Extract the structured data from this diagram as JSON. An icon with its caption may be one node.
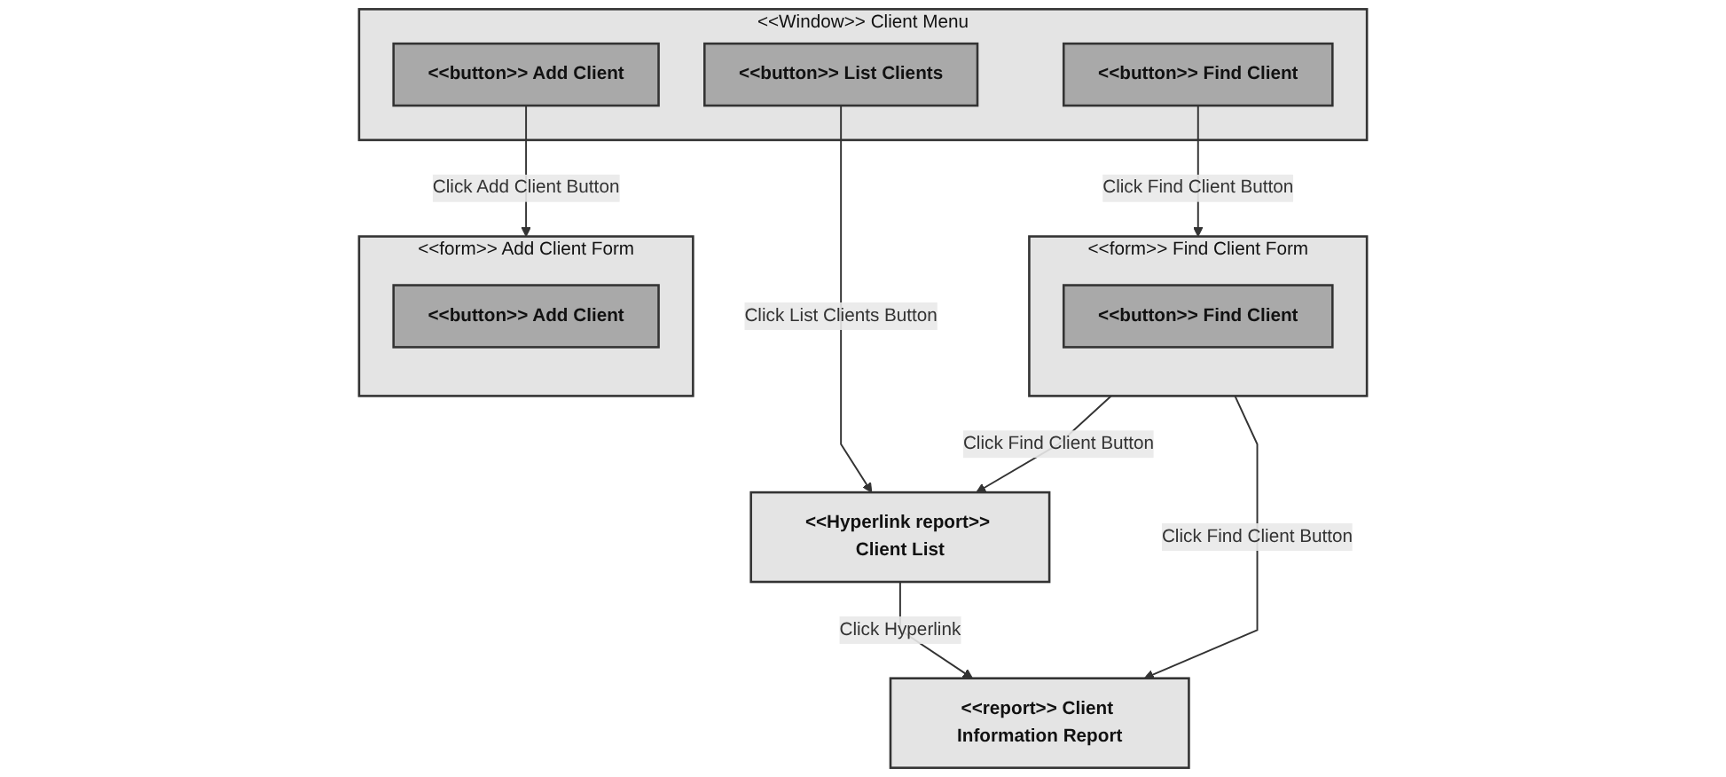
{
  "diagram": {
    "nodes": [
      {
        "text": [
          "<<Window>> Client Menu"
        ]
      },
      {
        "text": [
          "<<button>> Add Client"
        ],
        "in": 0
      },
      {
        "text": [
          "<<button>> Find Client"
        ],
        "in": 0
      },
      {
        "text": [
          "<<button>> List Clients"
        ],
        "in": 0
      },
      {
        "text": [
          "<<form>> Find Client Form"
        ]
      },
      {
        "text": [
          "<<button>> Find Client"
        ],
        "in": 4
      },
      {
        "text": [
          "<<form>> Add Client Form"
        ]
      },
      {
        "text": [
          "<<button>> Add Client"
        ],
        "in": 6
      },
      {
        "text": [
          "<<report>> Client Information Report"
        ]
      },
      {
        "text": [
          "<<Hyperlink report>> Client List"
        ]
      }
    ],
    "edges": [
      {
        "from": 2,
        "to": 4,
        "arrow": "to",
        "label": "Click Find Client Button"
      },
      {
        "from": 1,
        "to": 6,
        "arrow": "to",
        "label": "Click Add Client Button"
      },
      {
        "from": 3,
        "to": 9,
        "arrow": "to",
        "label": "Click List Clients Button"
      },
      {
        "from": 4,
        "to": 8,
        "arrow": "to",
        "label": "Click Find Client Button"
      },
      {
        "from": 4,
        "to": 9,
        "arrow": "to",
        "label": "Click Find Client Button"
      },
      {
        "from": 9,
        "to": 8,
        "arrow": "to",
        "label": "Click Hyperlink"
      }
    ]
  }
}
